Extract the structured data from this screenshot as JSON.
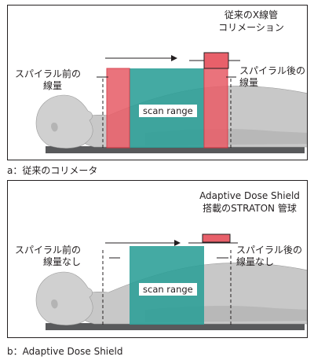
{
  "panel_a": {
    "tube_label_line1": "従来のX線管",
    "tube_label_line2": "コリメーション",
    "left_label_line1": "スパイラル前の",
    "left_label_line2": "線量",
    "right_label_line1": "スパイラル後の",
    "right_label_line2": "線量",
    "scan_range": "scan range",
    "caption": "a：従来のコリメータ"
  },
  "panel_b": {
    "tube_label_line1": "Adaptive Dose Shield",
    "tube_label_line2": "搭載のSTRATON 管球",
    "left_label_line1": "スパイラル前の",
    "left_label_line2": "線量なし",
    "right_label_line1": "スパイラル後の",
    "right_label_line2": "線量なし",
    "scan_range": "scan range",
    "caption": "b：Adaptive Dose Shield"
  },
  "colors": {
    "dose_red": "#e8606a",
    "dose_red_stroke": "#d6323e",
    "scan_teal": "#2a9e96",
    "patient_gray": "#c8c8c8",
    "table_gray": "#58595b"
  }
}
